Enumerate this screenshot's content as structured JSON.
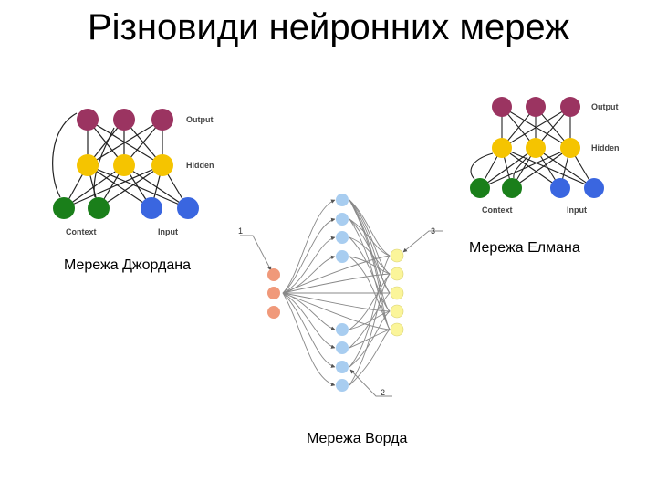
{
  "title": "Різновиди нейронних мереж",
  "captions": {
    "jordan": "Мережа Джордана",
    "elman": "Мережа Елмана",
    "word": "Мережа Ворда"
  },
  "jordan": {
    "output_label": "Output",
    "hidden_label": "Hidden",
    "context_label": "Context",
    "input_label": "Input"
  },
  "elman": {
    "output_label": "Output",
    "hidden_label": "Hidden",
    "context_label": "Context",
    "input_label": "Input"
  },
  "word": {
    "marker_1": "1",
    "marker_2": "2",
    "marker_3": "3"
  },
  "colors": {
    "output": "#9b3461",
    "hidden": "#f5c400",
    "context": "#1a7f1a",
    "input": "#3a66e0",
    "word_input": "#f0997a",
    "word_hidden": "#a8cdf0",
    "word_output": "#fbf59a"
  }
}
